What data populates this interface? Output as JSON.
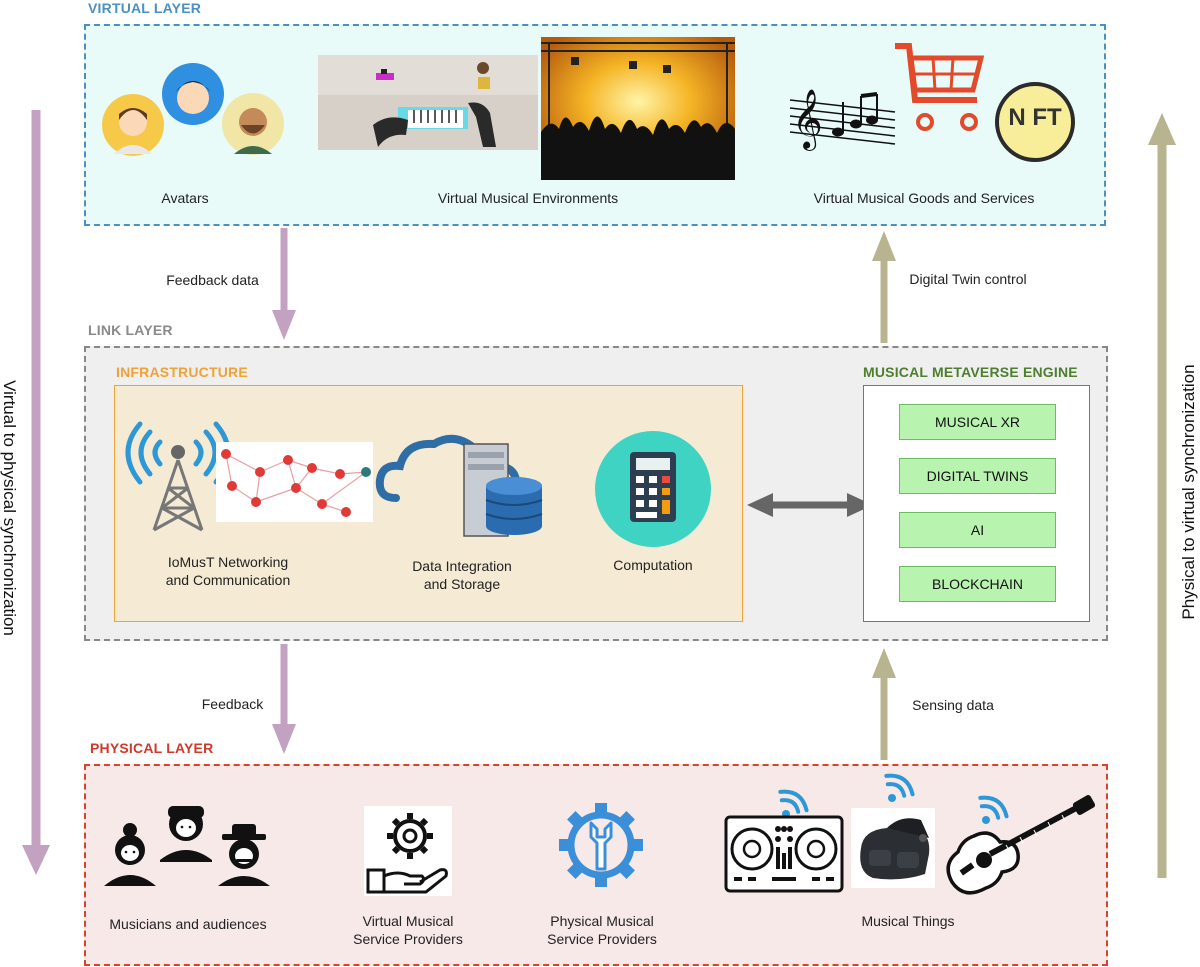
{
  "virtual_layer": {
    "title": "VIRTUAL LAYER",
    "items": {
      "avatars": "Avatars",
      "environments": "Virtual Musical Environments",
      "goods": "Virtual Musical Goods and Services"
    },
    "nft_text": "N FT"
  },
  "link_layer": {
    "title": "LINK LAYER",
    "infrastructure": {
      "title": "INFRASTRUCTURE",
      "networking_line1": "IoMusT Networking",
      "networking_line2": "and Communication",
      "storage_line1": "Data Integration",
      "storage_line2": "and Storage",
      "computation": "Computation"
    },
    "engine": {
      "title": "MUSICAL METAVERSE ENGINE",
      "items": [
        "MUSICAL XR",
        "DIGITAL TWINS",
        "AI",
        "BLOCKCHAIN"
      ]
    }
  },
  "physical_layer": {
    "title": "PHYSICAL LAYER",
    "items": {
      "musicians": "Musicians and audiences",
      "virtual_providers_line1": "Virtual Musical",
      "virtual_providers_line2": "Service Providers",
      "physical_providers_line1": "Physical Musical",
      "physical_providers_line2": "Service Providers",
      "things": "Musical Things"
    }
  },
  "flows": {
    "feedback_data": "Feedback data",
    "digital_twin_control": "Digital Twin control",
    "feedback": "Feedback",
    "sensing_data": "Sensing data",
    "left_side": "Virtual to physical synchronization",
    "right_side": "Physical to virtual synchronization"
  },
  "colors": {
    "virtual_border": "#4a90c2",
    "virtual_fill": "#e8fbf8",
    "link_border": "#888888",
    "link_fill": "#efefef",
    "infra_border": "#f0a236",
    "infra_fill": "#f5ebd4",
    "engine_border": "#5a8f3c",
    "physical_border": "#d9432c",
    "physical_fill": "#f8e9e9",
    "down_arrow": "#c3a1c1",
    "up_arrow": "#b8b48f"
  }
}
